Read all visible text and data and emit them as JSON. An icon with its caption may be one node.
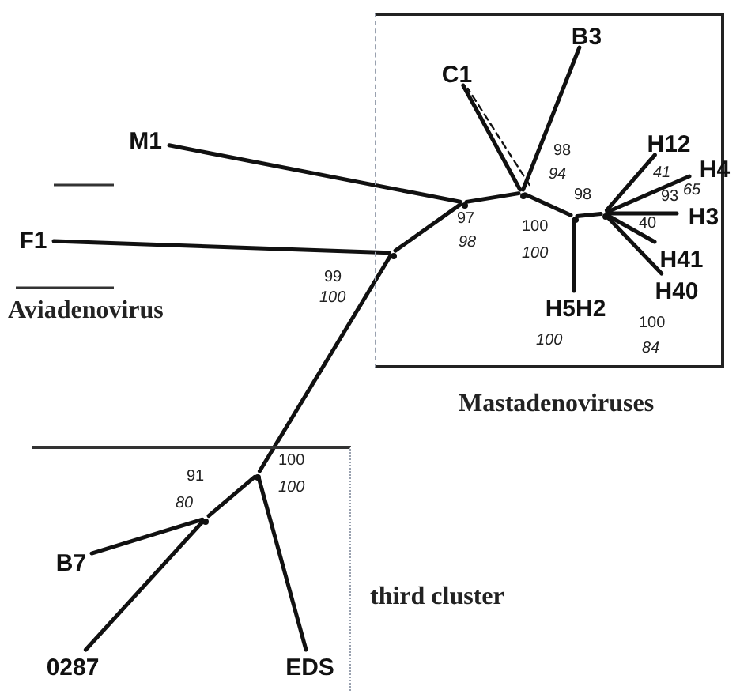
{
  "diagram": {
    "nodes": [
      {
        "text": [
          "Mastadenoviruses"
        ]
      },
      {
        "text": [
          "M1"
        ]
      },
      {
        "text": [
          "C1"
        ],
        "in": 0
      },
      {
        "text": [
          "B3"
        ],
        "in": 0
      },
      {
        "text": [
          "H12"
        ],
        "in": 0
      },
      {
        "text": [
          "H4"
        ],
        "in": 0
      },
      {
        "text": [
          "H3"
        ],
        "in": 0
      },
      {
        "text": [
          "H41"
        ],
        "in": 0
      },
      {
        "text": [
          "H40"
        ],
        "in": 0
      },
      {
        "text": [
          "H5H2"
        ],
        "in": 0
      },
      {
        "text": [],
        "shape": "point",
        "in": 0
      },
      {
        "text": [],
        "shape": "point",
        "in": 0
      },
      {
        "text": [],
        "shape": "point",
        "in": 0
      },
      {
        "text": [],
        "shape": "point",
        "in": 0
      },
      {
        "text": [
          "F1"
        ]
      },
      {
        "text": [],
        "shape": "point",
        "in": 0
      },
      {
        "text": [
          "third cluster"
        ]
      },
      {
        "text": [
          "B7"
        ],
        "in": 16
      },
      {
        "text": [
          "0287"
        ],
        "in": 16
      },
      {
        "text": [
          "EDS"
        ],
        "in": 16
      },
      {
        "text": [],
        "shape": "point",
        "in": 16
      },
      {
        "text": [],
        "shape": "point",
        "in": 16
      }
    ],
    "edges": [
      {
        "from": 14,
        "to": 15,
        "arrow": "none"
      },
      {
        "from": 15,
        "to": 10,
        "arrow": "none"
      },
      {
        "from": 15,
        "to": 20,
        "arrow": "none"
      },
      {
        "from": 10,
        "to": 1,
        "arrow": "none"
      },
      {
        "from": 10,
        "to": 11,
        "arrow": "none"
      },
      {
        "from": 11,
        "to": 2,
        "arrow": "none"
      },
      {
        "from": 11,
        "to": 2,
        "arrow": "none",
        "style": "dashed"
      },
      {
        "from": 11,
        "to": 3,
        "arrow": "none"
      },
      {
        "from": 11,
        "to": 12,
        "arrow": "none"
      },
      {
        "from": 12,
        "to": 9,
        "arrow": "none"
      },
      {
        "from": 12,
        "to": 13,
        "arrow": "none"
      },
      {
        "from": 13,
        "to": 4,
        "arrow": "none"
      },
      {
        "from": 13,
        "to": 5,
        "arrow": "none"
      },
      {
        "from": 13,
        "to": 6,
        "arrow": "none"
      },
      {
        "from": 13,
        "to": 7,
        "arrow": "none"
      },
      {
        "from": 13,
        "to": 8,
        "arrow": "none"
      },
      {
        "from": 20,
        "to": 19,
        "arrow": "none"
      },
      {
        "from": 20,
        "to": 21,
        "arrow": "none"
      },
      {
        "from": 21,
        "to": 17,
        "arrow": "none"
      },
      {
        "from": 21,
        "to": 18,
        "arrow": "none"
      }
    ],
    "labels": [
      "98",
      "41",
      "94",
      "65",
      "98",
      "93",
      "97",
      "40",
      "100",
      "98",
      "100",
      "99",
      "100",
      "Aviadenovirus",
      "100",
      "100",
      "84",
      "100",
      "91",
      "100",
      "80"
    ]
  }
}
